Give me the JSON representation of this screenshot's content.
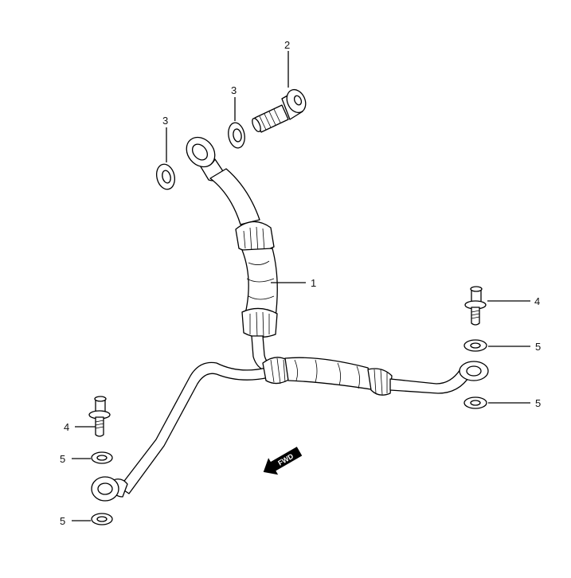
{
  "callouts": [
    {
      "id": "c1",
      "label": "1"
    },
    {
      "id": "c2",
      "label": "2"
    },
    {
      "id": "c3a",
      "label": "3"
    },
    {
      "id": "c3b",
      "label": "3"
    },
    {
      "id": "c4a",
      "label": "4"
    },
    {
      "id": "c4b",
      "label": "4"
    },
    {
      "id": "c5a",
      "label": "5"
    },
    {
      "id": "c5b",
      "label": "5"
    },
    {
      "id": "c5c",
      "label": "5"
    },
    {
      "id": "c5d",
      "label": "5"
    }
  ],
  "direction_badge": {
    "text": "FWD"
  }
}
